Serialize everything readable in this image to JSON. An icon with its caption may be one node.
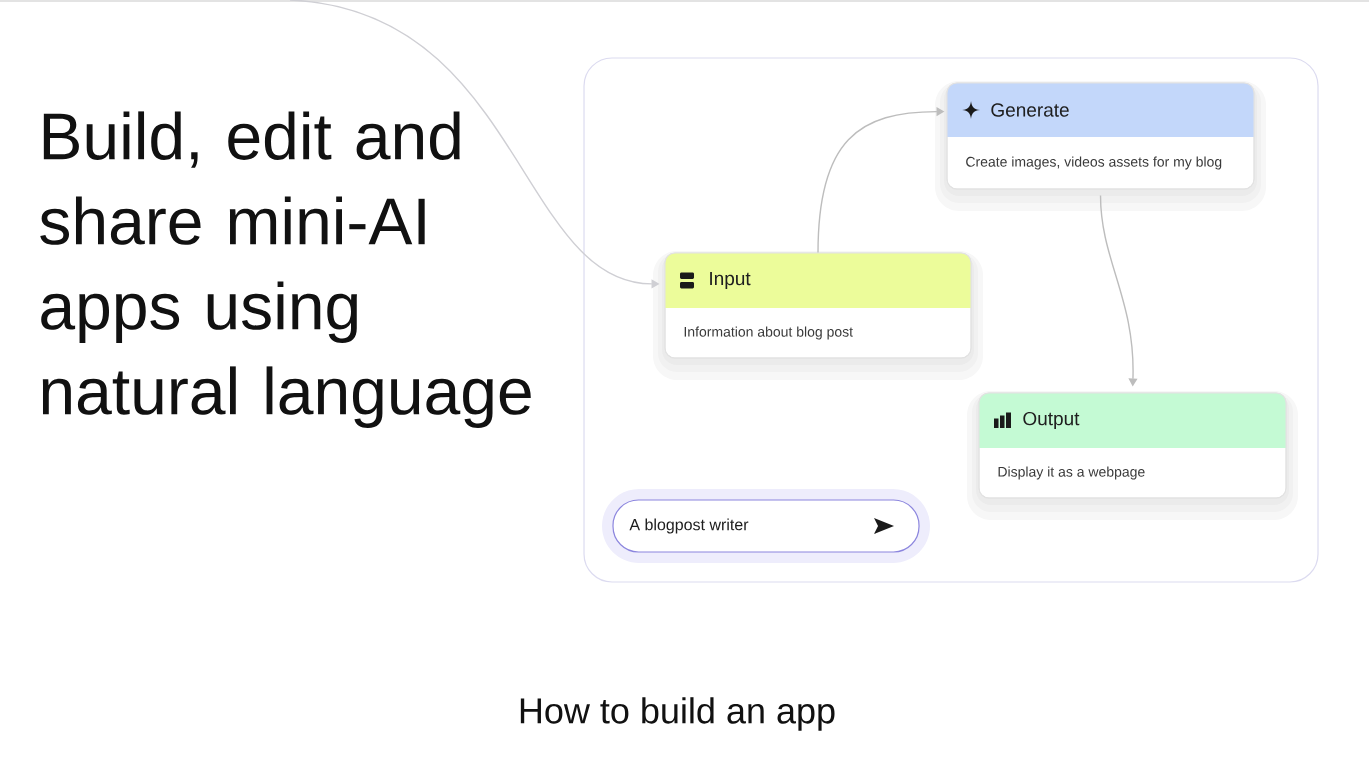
{
  "diagram": {
    "title": "Build, edit and share mini-AI apps using natural language",
    "caption": "How to build an app",
    "nodes": [
      {
        "text": [],
        "shape": "box"
      },
      {
        "text": [
          "Input",
          "Information about blog post"
        ],
        "in": 0
      },
      {
        "text": [
          "Generate",
          "Create images, videos assets for my blog"
        ],
        "in": 0
      },
      {
        "text": [
          "Output",
          "Display it as a webpage"
        ],
        "in": 0
      },
      {
        "text": [
          "A blogpost writer"
        ],
        "in": 0
      }
    ],
    "edges": [
      {
        "from": null,
        "to": 1,
        "arrow": "to"
      },
      {
        "from": 1,
        "to": 2,
        "arrow": "to"
      },
      {
        "from": 2,
        "to": 3,
        "arrow": "to"
      }
    ]
  }
}
